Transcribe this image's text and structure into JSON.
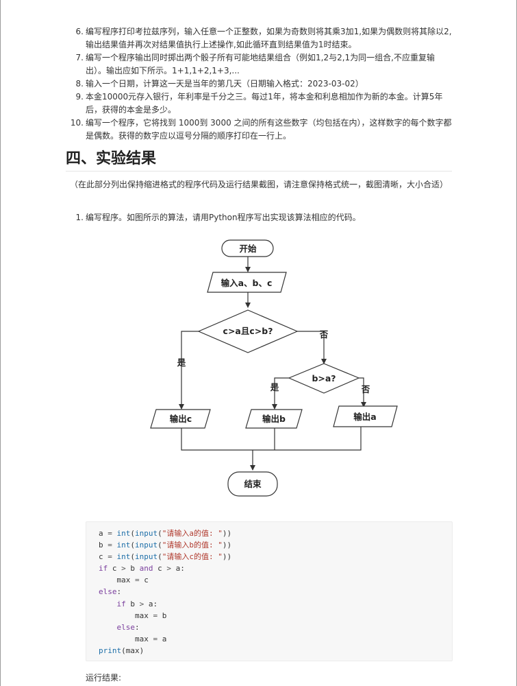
{
  "tasks": [
    {
      "num": "6.",
      "text": "编写程序打印考拉兹序列，输入任意一个正整数，如果为奇数则将其乘3加1,如果为偶数则将其除以2,输出结果值并再次对结果值执行上述操作,如此循环直到结果值为1时结束。"
    },
    {
      "num": "7.",
      "text": "编写一个程序输出同时掷出两个骰子所有可能地结果组合（例如1,2与2,1为同一组合,不应重复输出）。输出应如下所示。1+1,1+2,1+3,..."
    },
    {
      "num": "8.",
      "text": "输入一个日期，计算这一天是当年的第几天（日期输入格式：2023-03-02）"
    },
    {
      "num": "9.",
      "text": "本金10000元存入银行，年利率是千分之三。每过1年，将本金和利息相加作为新的本金。计算5年后，获得的本金是多少。"
    },
    {
      "num": "10.",
      "text": "编写一个程序，它将找到 1000到 3000 之间的所有这些数字（均包括在内），这样数字的每个数字都是偶数。获得的数字应以逗号分隔的顺序打印在一行上。"
    }
  ],
  "section": {
    "heading": "四、实验结果",
    "note": "（在此部分列出保持缩进格式的程序代码及运行结果截图，请注意保持格式统一，截图清晰，大小合适）"
  },
  "results": [
    {
      "num": "1.",
      "text": "编写程序。如图所示的算法，请用Python程序写出实现该算法相应的代码。"
    }
  ],
  "flowchart": {
    "start": "开始",
    "input": "输入a、b、c",
    "cond1": "c>a且c>b?",
    "cond2": "b>a?",
    "yes": "是",
    "no": "否",
    "out_c": "输出c",
    "out_b": "输出b",
    "out_a": "输出a",
    "end": "结束"
  },
  "code": {
    "s1": "请输入a的值: ",
    "s2": "请输入b的值: ",
    "s3": "请输入c的值: "
  },
  "run_label": "运行结果:"
}
